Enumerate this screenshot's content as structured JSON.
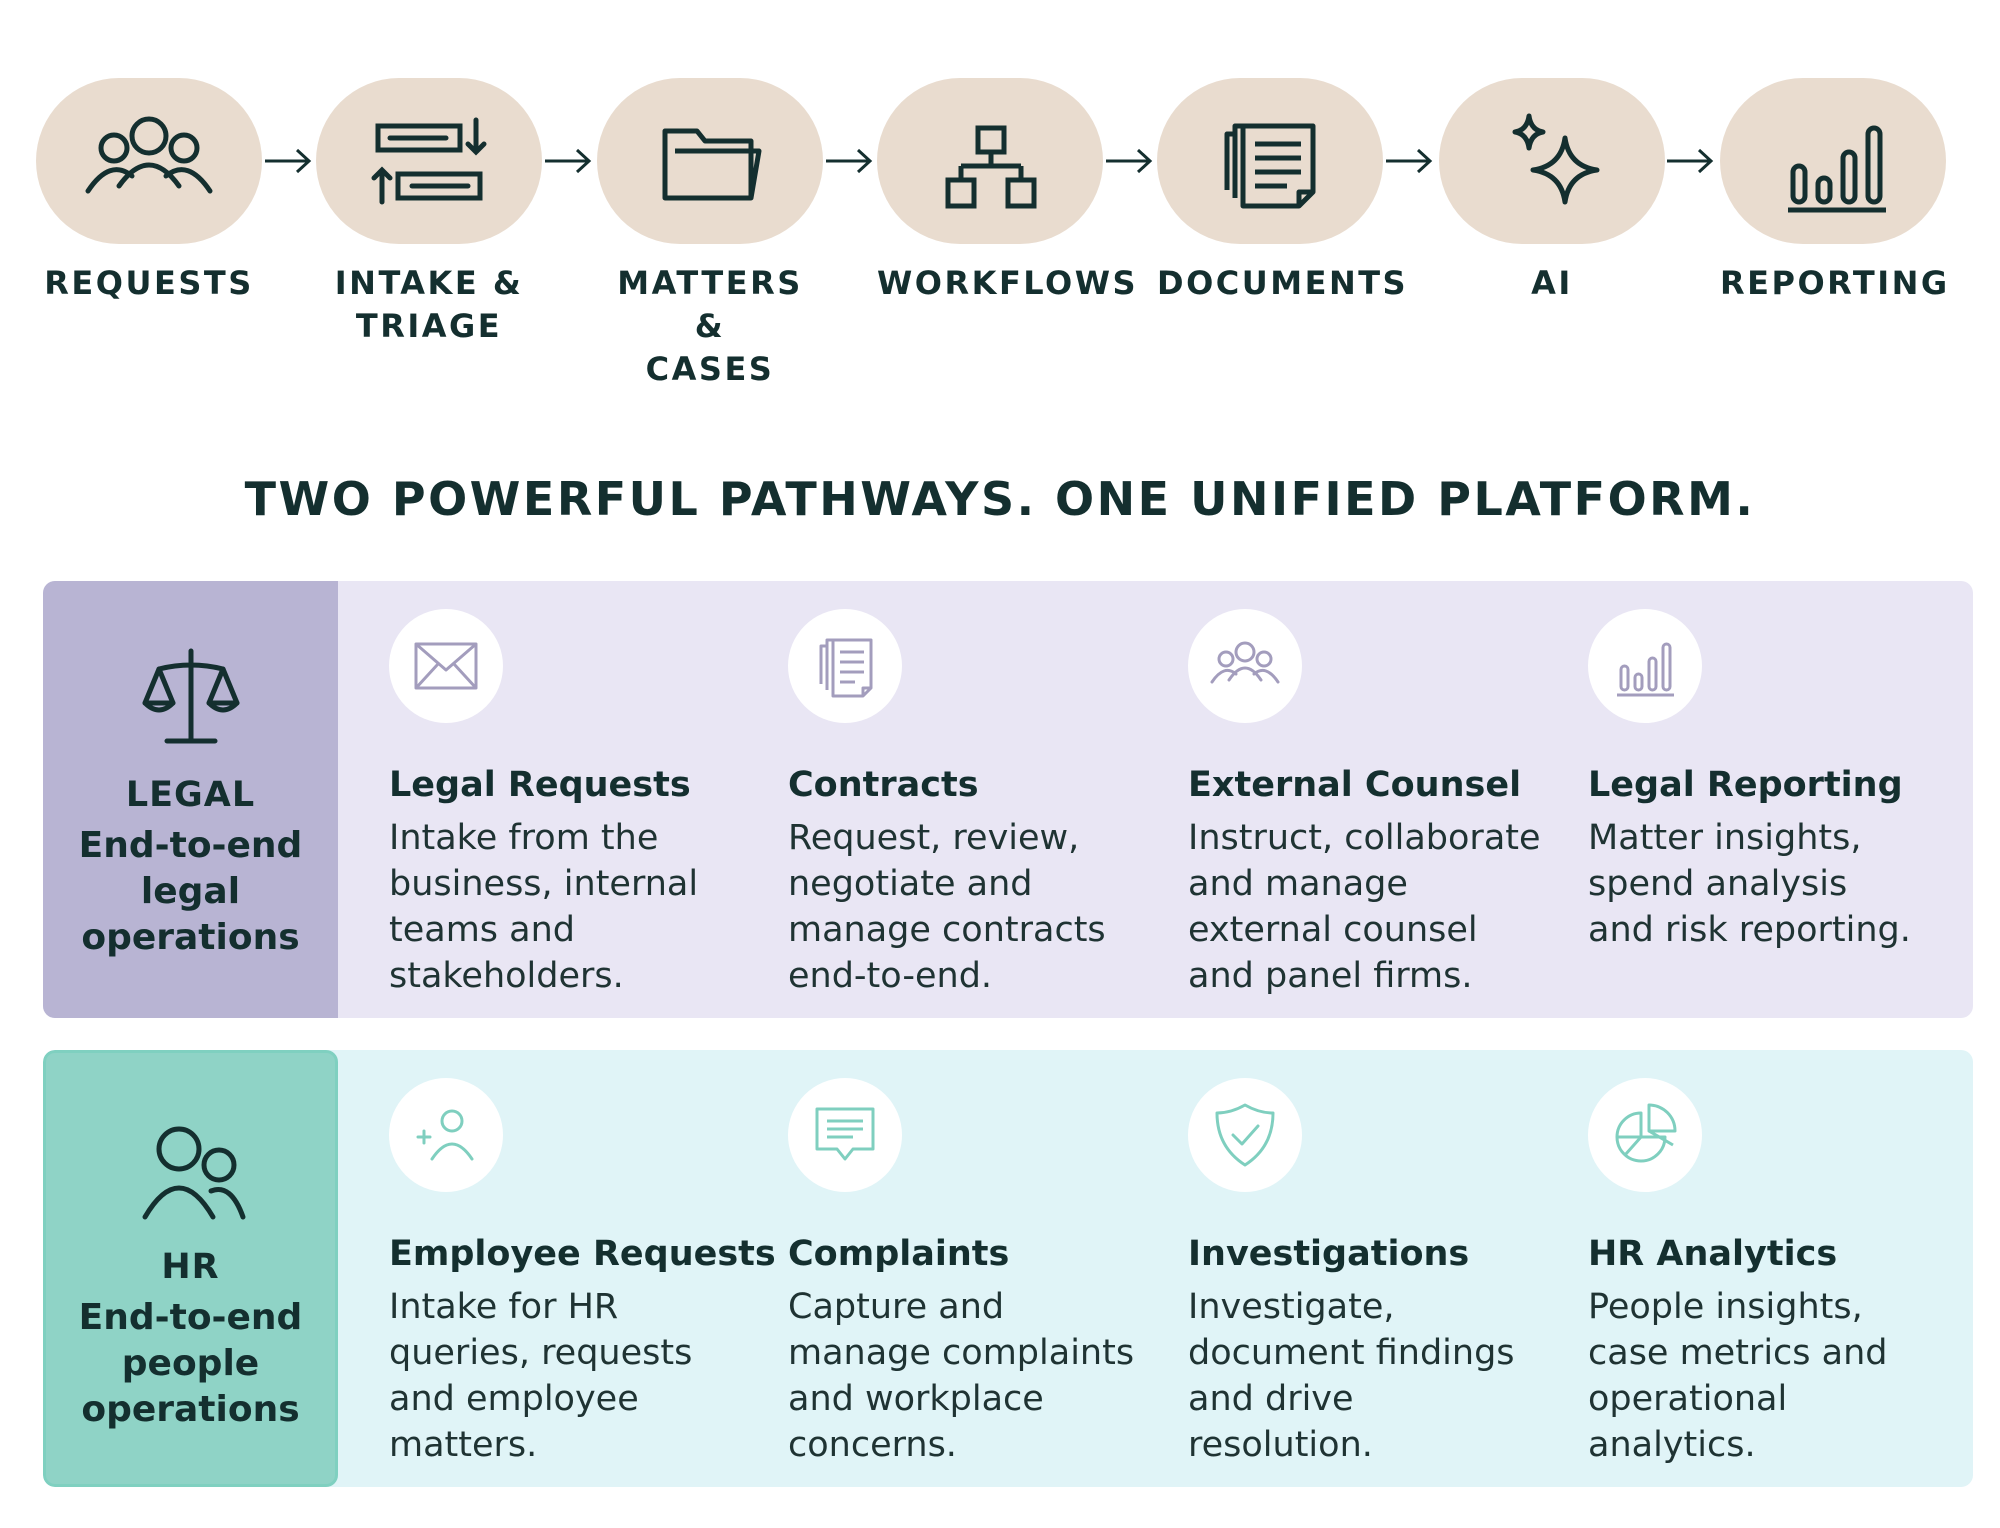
{
  "pipeline": {
    "steps": [
      {
        "label": "REQUESTS",
        "icon": "users-group-icon"
      },
      {
        "label": "INTAKE &\nTRIAGE",
        "icon": "intake-triage-icon"
      },
      {
        "label": "MATTERS &\nCASES",
        "icon": "folder-icon"
      },
      {
        "label": "WORKFLOWS",
        "icon": "workflow-hierarchy-icon"
      },
      {
        "label": "DOCUMENTS",
        "icon": "documents-icon"
      },
      {
        "label": "AI",
        "icon": "sparkle-icon"
      },
      {
        "label": "REPORTING",
        "icon": "bar-chart-icon"
      }
    ]
  },
  "headline": "TWO POWERFUL PATHWAYS. ONE UNIFIED PLATFORM.",
  "legal": {
    "title": "LEGAL",
    "subtitle": "End-to-end legal operations",
    "icon": "scales-icon",
    "color": "#b8b4d3",
    "cards": [
      {
        "title": "Legal Requests",
        "desc": "Intake from the\nbusiness, internal\nteams and\nstakeholders.",
        "icon": "envelope-icon"
      },
      {
        "title": "Contracts",
        "desc": "Request, review,\nnegotiate and\nmanage contracts\nend-to-end.",
        "icon": "documents-icon"
      },
      {
        "title": "External Counsel",
        "desc": "Instruct, collaborate\nand manage\nexternal counsel\nand panel firms.",
        "icon": "users-group-icon"
      },
      {
        "title": "Legal Reporting",
        "desc": "Matter insights,\nspend analysis\nand risk reporting.",
        "icon": "bar-chart-icon"
      }
    ]
  },
  "hr": {
    "title": "HR",
    "subtitle": "End-to-end people operations",
    "icon": "two-people-icon",
    "color": "#8fd3c6",
    "cards": [
      {
        "title": "Employee Requests",
        "desc": "Intake for HR\nqueries, requests\nand employee\nmatters.",
        "icon": "add-user-icon"
      },
      {
        "title": "Complaints",
        "desc": "Capture and\nmanage complaints\nand workplace\nconcerns.",
        "icon": "chat-bubble-icon"
      },
      {
        "title": "Investigations",
        "desc": "Investigate,\ndocument findings\nand drive\nresolution.",
        "icon": "shield-check-icon"
      },
      {
        "title": "HR Analytics",
        "desc": "People insights,\ncase metrics and\noperational\nanalytics.",
        "icon": "pie-chart-icon"
      }
    ]
  }
}
